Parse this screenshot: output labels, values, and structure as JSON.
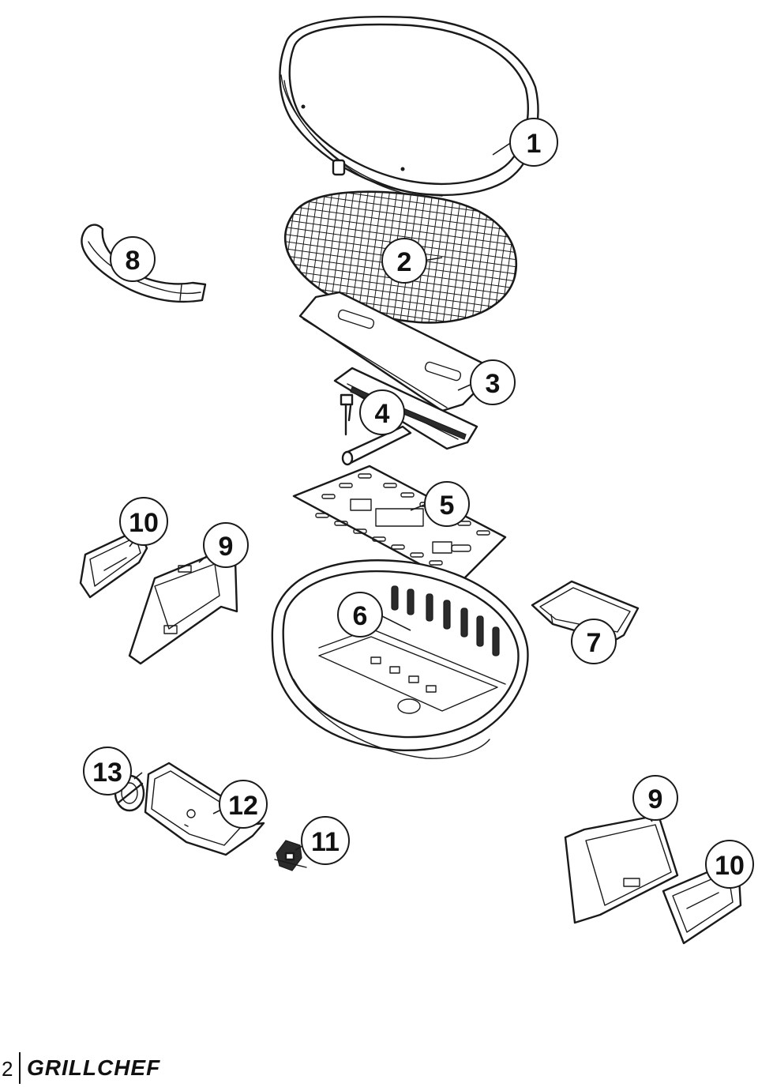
{
  "diagram": {
    "callouts": [
      "1",
      "2",
      "3",
      "4",
      "5",
      "6",
      "7",
      "8",
      "9",
      "10",
      "11",
      "12",
      "13",
      "9",
      "10"
    ]
  },
  "footer": {
    "page_number": "2",
    "brand": "GRILLCHEF"
  }
}
